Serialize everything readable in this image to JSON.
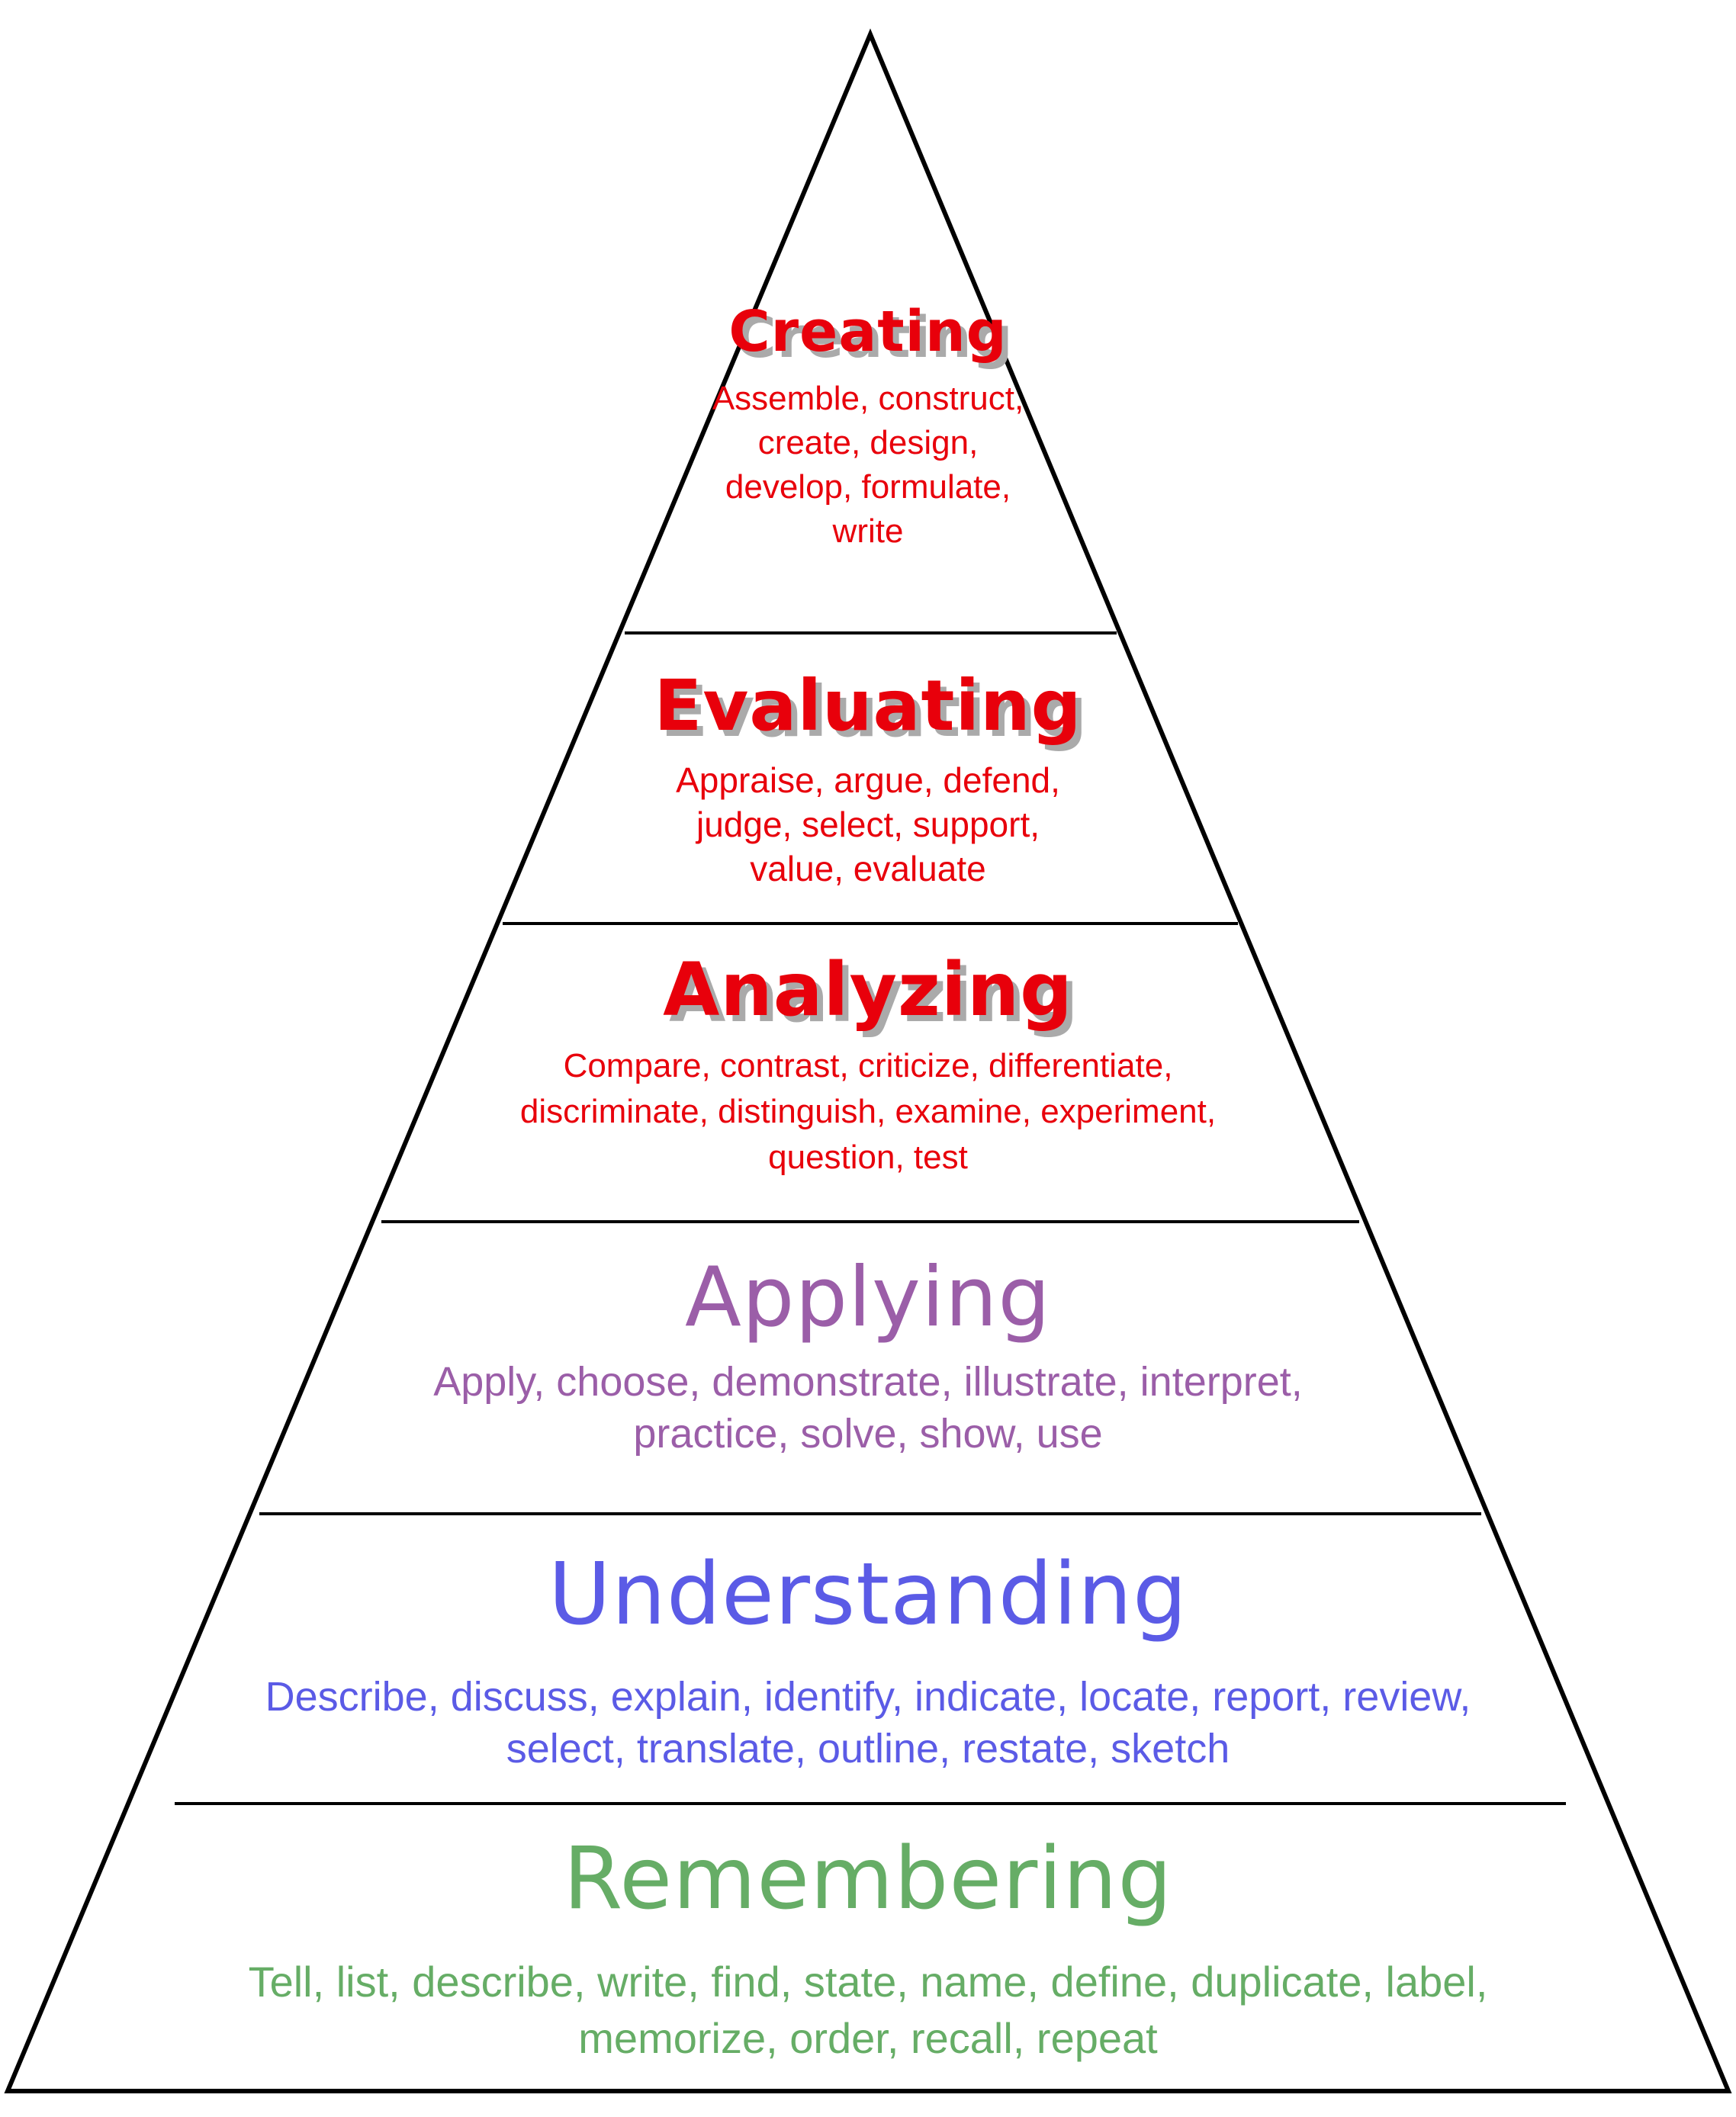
{
  "colors": {
    "line": "#000000",
    "background": "#ffffff",
    "red": "#e8000b",
    "purple": "#9b5ea8",
    "blue": "#5b5be6",
    "green": "#66ad66",
    "shadow": "#aaaaaa"
  },
  "tiers": [
    {
      "title": "Creating",
      "verbs": "Assemble, construct, create, design, develop, formulate, write"
    },
    {
      "title": "Evaluating",
      "verbs": "Appraise, argue, defend, judge, select, support, value, evaluate"
    },
    {
      "title": "Analyzing",
      "verbs": "Compare, contrast, criticize, differentiate, discriminate, distinguish, examine, experiment, question, test"
    },
    {
      "title": "Applying",
      "verbs": "Apply, choose, demonstrate, illustrate, interpret, practice, solve, show, use"
    },
    {
      "title": "Understanding",
      "verbs": "Describe, discuss, explain, identify, indicate, locate, report, review, select, translate, outline, restate, sketch"
    },
    {
      "title": "Remembering",
      "verbs": "Tell, list, describe, write, find, state, name, define, duplicate, label, memorize, order, recall, repeat"
    }
  ]
}
